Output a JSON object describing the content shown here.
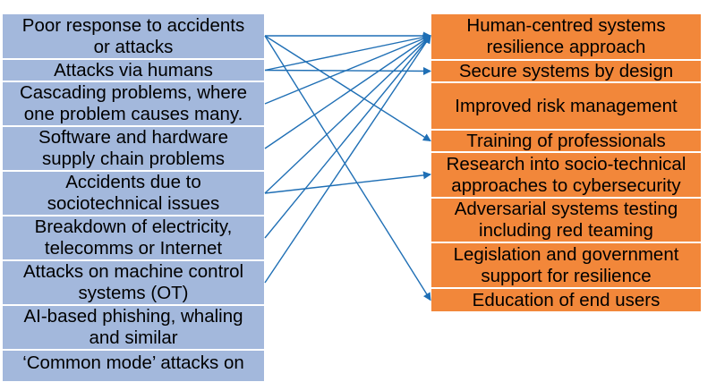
{
  "colors": {
    "left_fill": "#a3b8dc",
    "right_fill": "#f2873a",
    "arrow": "#1f6fb5"
  },
  "left_boxes": [
    {
      "id": "L1",
      "text": "Poor response to accidents\nor attacks"
    },
    {
      "id": "L2",
      "text": "Attacks via humans"
    },
    {
      "id": "L3",
      "text": "Cascading problems, where\none problem causes many."
    },
    {
      "id": "L4",
      "text": "Software and hardware\nsupply chain problems"
    },
    {
      "id": "L5",
      "text": "Accidents due to\nsociotechnical issues"
    },
    {
      "id": "L6",
      "text": "Breakdown of electricity,\ntelecomms or Internet"
    },
    {
      "id": "L7",
      "text": "Attacks on machine control\nsystems (OT)"
    },
    {
      "id": "L8",
      "text": "AI-based phishing, whaling\nand similar"
    },
    {
      "id": "L9",
      "text": "‘Common mode’ attacks on"
    }
  ],
  "right_boxes": [
    {
      "id": "R1",
      "text": "Human-centred systems\nresilience approach"
    },
    {
      "id": "R2",
      "text": "Secure systems by design"
    },
    {
      "id": "R3",
      "text": "Improved risk management"
    },
    {
      "id": "R4",
      "text": "Training of professionals"
    },
    {
      "id": "R5",
      "text": "Research into socio-technical\napproaches to cybersecurity"
    },
    {
      "id": "R6",
      "text": "Adversarial systems testing\nincluding red teaming"
    },
    {
      "id": "R7",
      "text": "Legislation and government\nsupport for resilience"
    },
    {
      "id": "R8",
      "text": "Education of end users"
    }
  ],
  "connections": [
    {
      "from": "L1",
      "to": "R1"
    },
    {
      "from": "L1",
      "to": "R4"
    },
    {
      "from": "L1",
      "to": "R8"
    },
    {
      "from": "L2",
      "to": "R2"
    },
    {
      "from": "L2",
      "to": "R1"
    },
    {
      "from": "L3",
      "to": "R1"
    },
    {
      "from": "L4",
      "to": "R1"
    },
    {
      "from": "L5",
      "to": "R1"
    },
    {
      "from": "L5",
      "to": "R5"
    },
    {
      "from": "L6",
      "to": "R1"
    },
    {
      "from": "L7",
      "to": "R1"
    }
  ]
}
